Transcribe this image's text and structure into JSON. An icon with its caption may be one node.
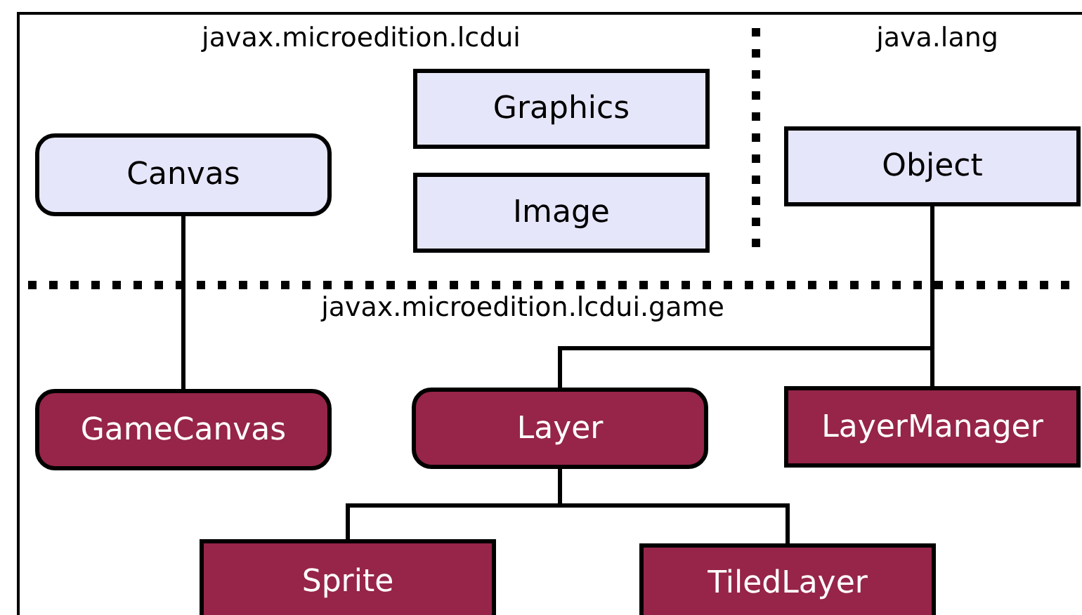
{
  "diagram": {
    "nodes": [
      {
        "text": [
          "Canvas"
        ]
      },
      {
        "text": [
          "Graphics"
        ]
      },
      {
        "text": [
          "Image"
        ]
      },
      {
        "text": [
          "Object"
        ]
      },
      {
        "text": [
          "GameCanvas"
        ]
      },
      {
        "text": [
          "Layer"
        ]
      },
      {
        "text": [
          "LayerManager"
        ]
      },
      {
        "text": [
          "Sprite"
        ]
      },
      {
        "text": [
          "TiledLayer"
        ]
      }
    ],
    "edges": [
      {
        "from": 0,
        "to": 4,
        "arrow": "none"
      },
      {
        "from": 3,
        "to": 5,
        "arrow": "none"
      },
      {
        "from": 3,
        "to": 6,
        "arrow": "none"
      },
      {
        "from": 5,
        "to": 7,
        "arrow": "none"
      },
      {
        "from": 5,
        "to": 8,
        "arrow": "none"
      }
    ],
    "labels": [
      "javax.microedition.lcdui",
      "java.lang",
      "javax.microedition.lcdui.game"
    ]
  }
}
